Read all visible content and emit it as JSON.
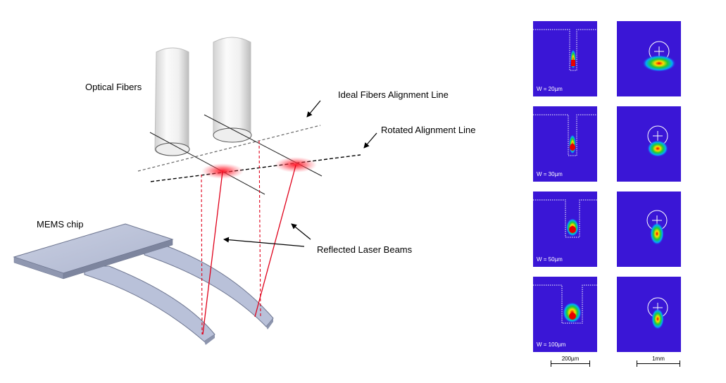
{
  "labels": {
    "optical_fibers": "Optical Fibers",
    "ideal_line": "Ideal Fibers Alignment Line",
    "rotated_line": "Rotated Alignment Line",
    "mems_chip": "MEMS chip",
    "reflected_beams": "Reflected Laser Beams"
  },
  "panels": [
    {
      "width_label": "W = 20µm"
    },
    {
      "width_label": "W = 30µm"
    },
    {
      "width_label": "W = 50µm"
    },
    {
      "width_label": "W = 100µm"
    }
  ],
  "scale_bars": {
    "left": "200µm",
    "right": "1mm"
  },
  "colors": {
    "panel_background": "#3a16d6",
    "laser": "#e0001a",
    "chip": "#b8c0d8"
  }
}
